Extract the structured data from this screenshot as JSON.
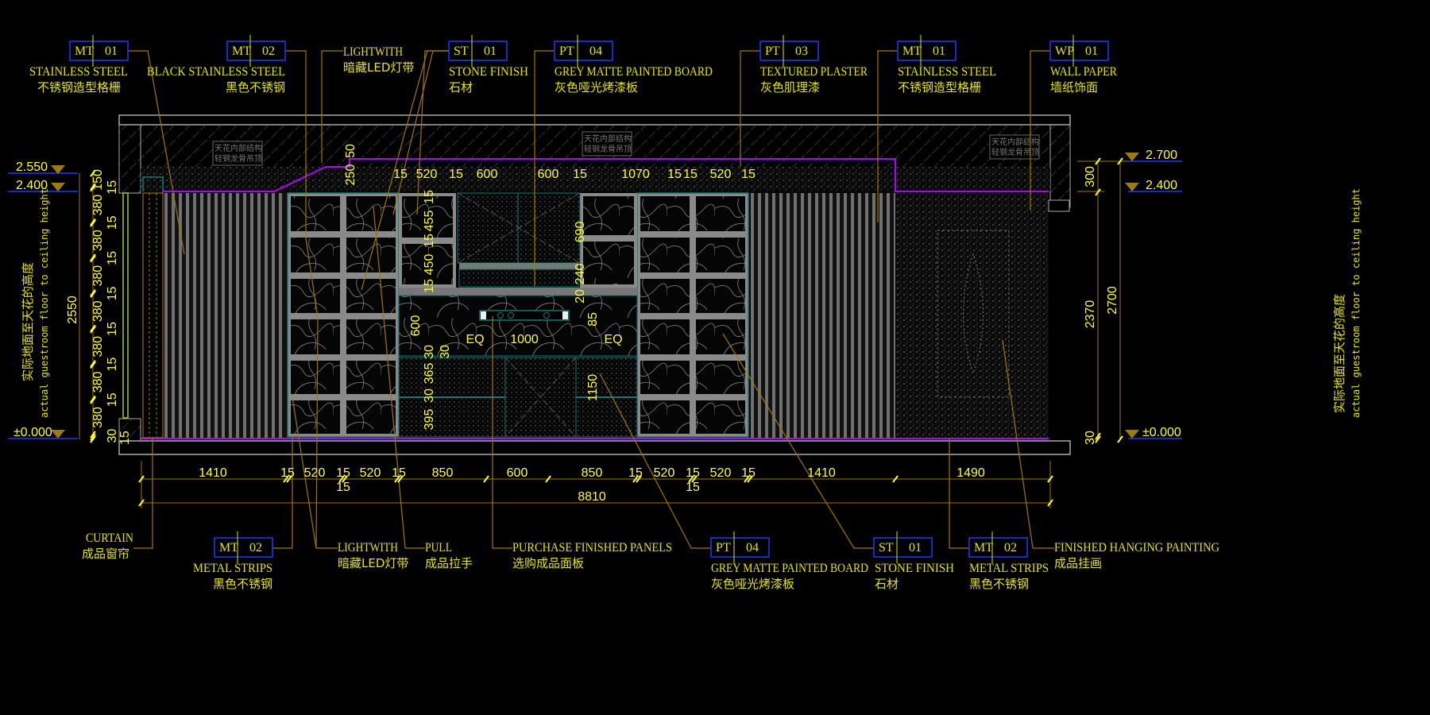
{
  "top_callouts": [
    {
      "code": "MT",
      "num": "01",
      "en": "STAINLESS STEEL",
      "cn": "不锈钢造型格栅"
    },
    {
      "code": "MT",
      "num": "02",
      "en": "BLACK STAINLESS STEEL",
      "cn": "黑色不锈钢"
    },
    {
      "en": "LIGHTWITH",
      "cn": "暗藏LED灯带"
    },
    {
      "code": "ST",
      "num": "01",
      "en": "STONE FINISH",
      "cn": "石材"
    },
    {
      "code": "PT",
      "num": "04",
      "en": "GREY MATTE PAINTED BOARD",
      "cn": "灰色哑光烤漆板"
    },
    {
      "code": "PT",
      "num": "03",
      "en": "TEXTURED PLASTER",
      "cn": "灰色肌理漆"
    },
    {
      "code": "MT",
      "num": "01",
      "en": "STAINLESS STEEL",
      "cn": "不锈钢造型格栅"
    },
    {
      "code": "WP",
      "num": "01",
      "en": "WALL PAPER",
      "cn": "墙纸饰面"
    }
  ],
  "bottom_callouts": [
    {
      "en": "CURTAIN",
      "cn": "成品窗帘"
    },
    {
      "code": "MT",
      "num": "02",
      "en": "METAL STRIPS",
      "cn": "黑色不锈钢"
    },
    {
      "en": "LIGHTWITH",
      "cn": "暗藏LED灯带"
    },
    {
      "en": "PULL",
      "cn": "成品拉手"
    },
    {
      "en": "PURCHASE FINISHED PANELS",
      "cn": "选购成品面板"
    },
    {
      "code": "PT",
      "num": "04",
      "en": "GREY MATTE PAINTED BOARD",
      "cn": "灰色哑光烤漆板"
    },
    {
      "code": "ST",
      "num": "01",
      "en": "STONE FINISH",
      "cn": "石材"
    },
    {
      "code": "MT",
      "num": "02",
      "en": "METAL STRIPS",
      "cn": "黑色不锈钢"
    },
    {
      "en": "FINISHED HANGING PAINTING",
      "cn": "成品挂画"
    }
  ],
  "ceiling_note": [
    "天花内部结构",
    "轻钢龙骨吊顶"
  ],
  "levels": {
    "left": [
      "2.550",
      "2.400",
      "±0.000"
    ],
    "right": [
      "2.700",
      "2.400",
      "±0.000"
    ]
  },
  "height_note": {
    "cn": "实际地面至天花的高度",
    "en": "actual guestroom floor to ceiling height"
  },
  "dims": {
    "bottom": [
      "1410",
      "15",
      "520",
      "15",
      "520",
      "15",
      "850",
      "600",
      "850",
      "15",
      "520",
      "15",
      "520",
      "15",
      "1410",
      "1490"
    ],
    "bottom_extra": [
      "15",
      "15"
    ],
    "total": "8810",
    "top": [
      "15",
      "520",
      "15",
      "600",
      "600",
      "15",
      "1070",
      "15",
      "15",
      "520",
      "15"
    ],
    "ceiling_step": [
      "250",
      "50"
    ],
    "left_segments": [
      "150",
      "15",
      "380",
      "15",
      "380",
      "15",
      "380",
      "15",
      "380",
      "15",
      "380",
      "15",
      "380",
      "15",
      "380",
      "30",
      "15"
    ],
    "left_total": "2550",
    "right_segments": [
      "300",
      "2370",
      "30"
    ],
    "right_total": "2700",
    "center": [
      "15",
      "455",
      "15",
      "450",
      "15",
      "600",
      "30",
      "30",
      "365",
      "30",
      "395",
      "690",
      "240",
      "20",
      "1000",
      "EQ",
      "EQ",
      "85",
      "1150"
    ]
  }
}
